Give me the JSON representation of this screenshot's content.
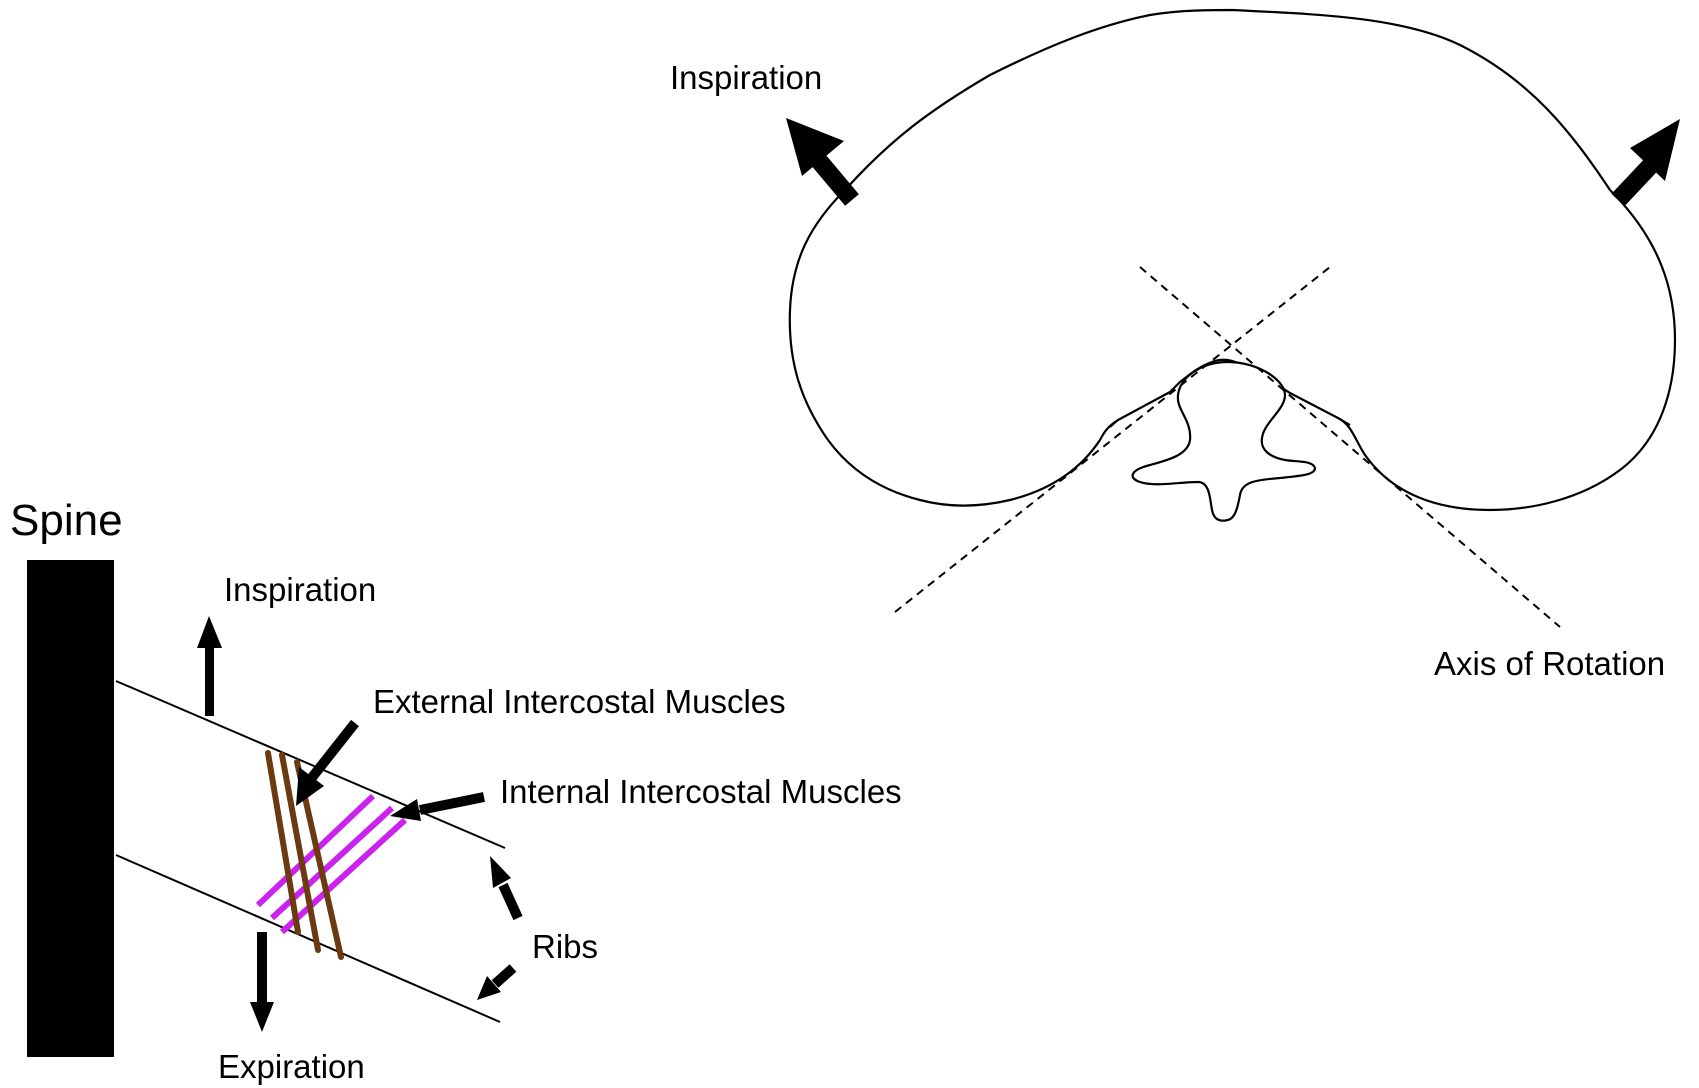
{
  "labels": {
    "spine": "Spine",
    "inspiration_left": "Inspiration",
    "expiration": "Expiration",
    "external_intercostal": "External Intercostal Muscles",
    "internal_intercostal": "Internal Intercostal Muscles",
    "ribs": "Ribs",
    "inspiration_right": "Inspiration",
    "axis_of_rotation": "Axis of Rotation"
  },
  "colors": {
    "line": "#000000",
    "external_muscle": "#6b3a10",
    "internal_muscle": "#cc22ee",
    "background": "#ffffff"
  }
}
